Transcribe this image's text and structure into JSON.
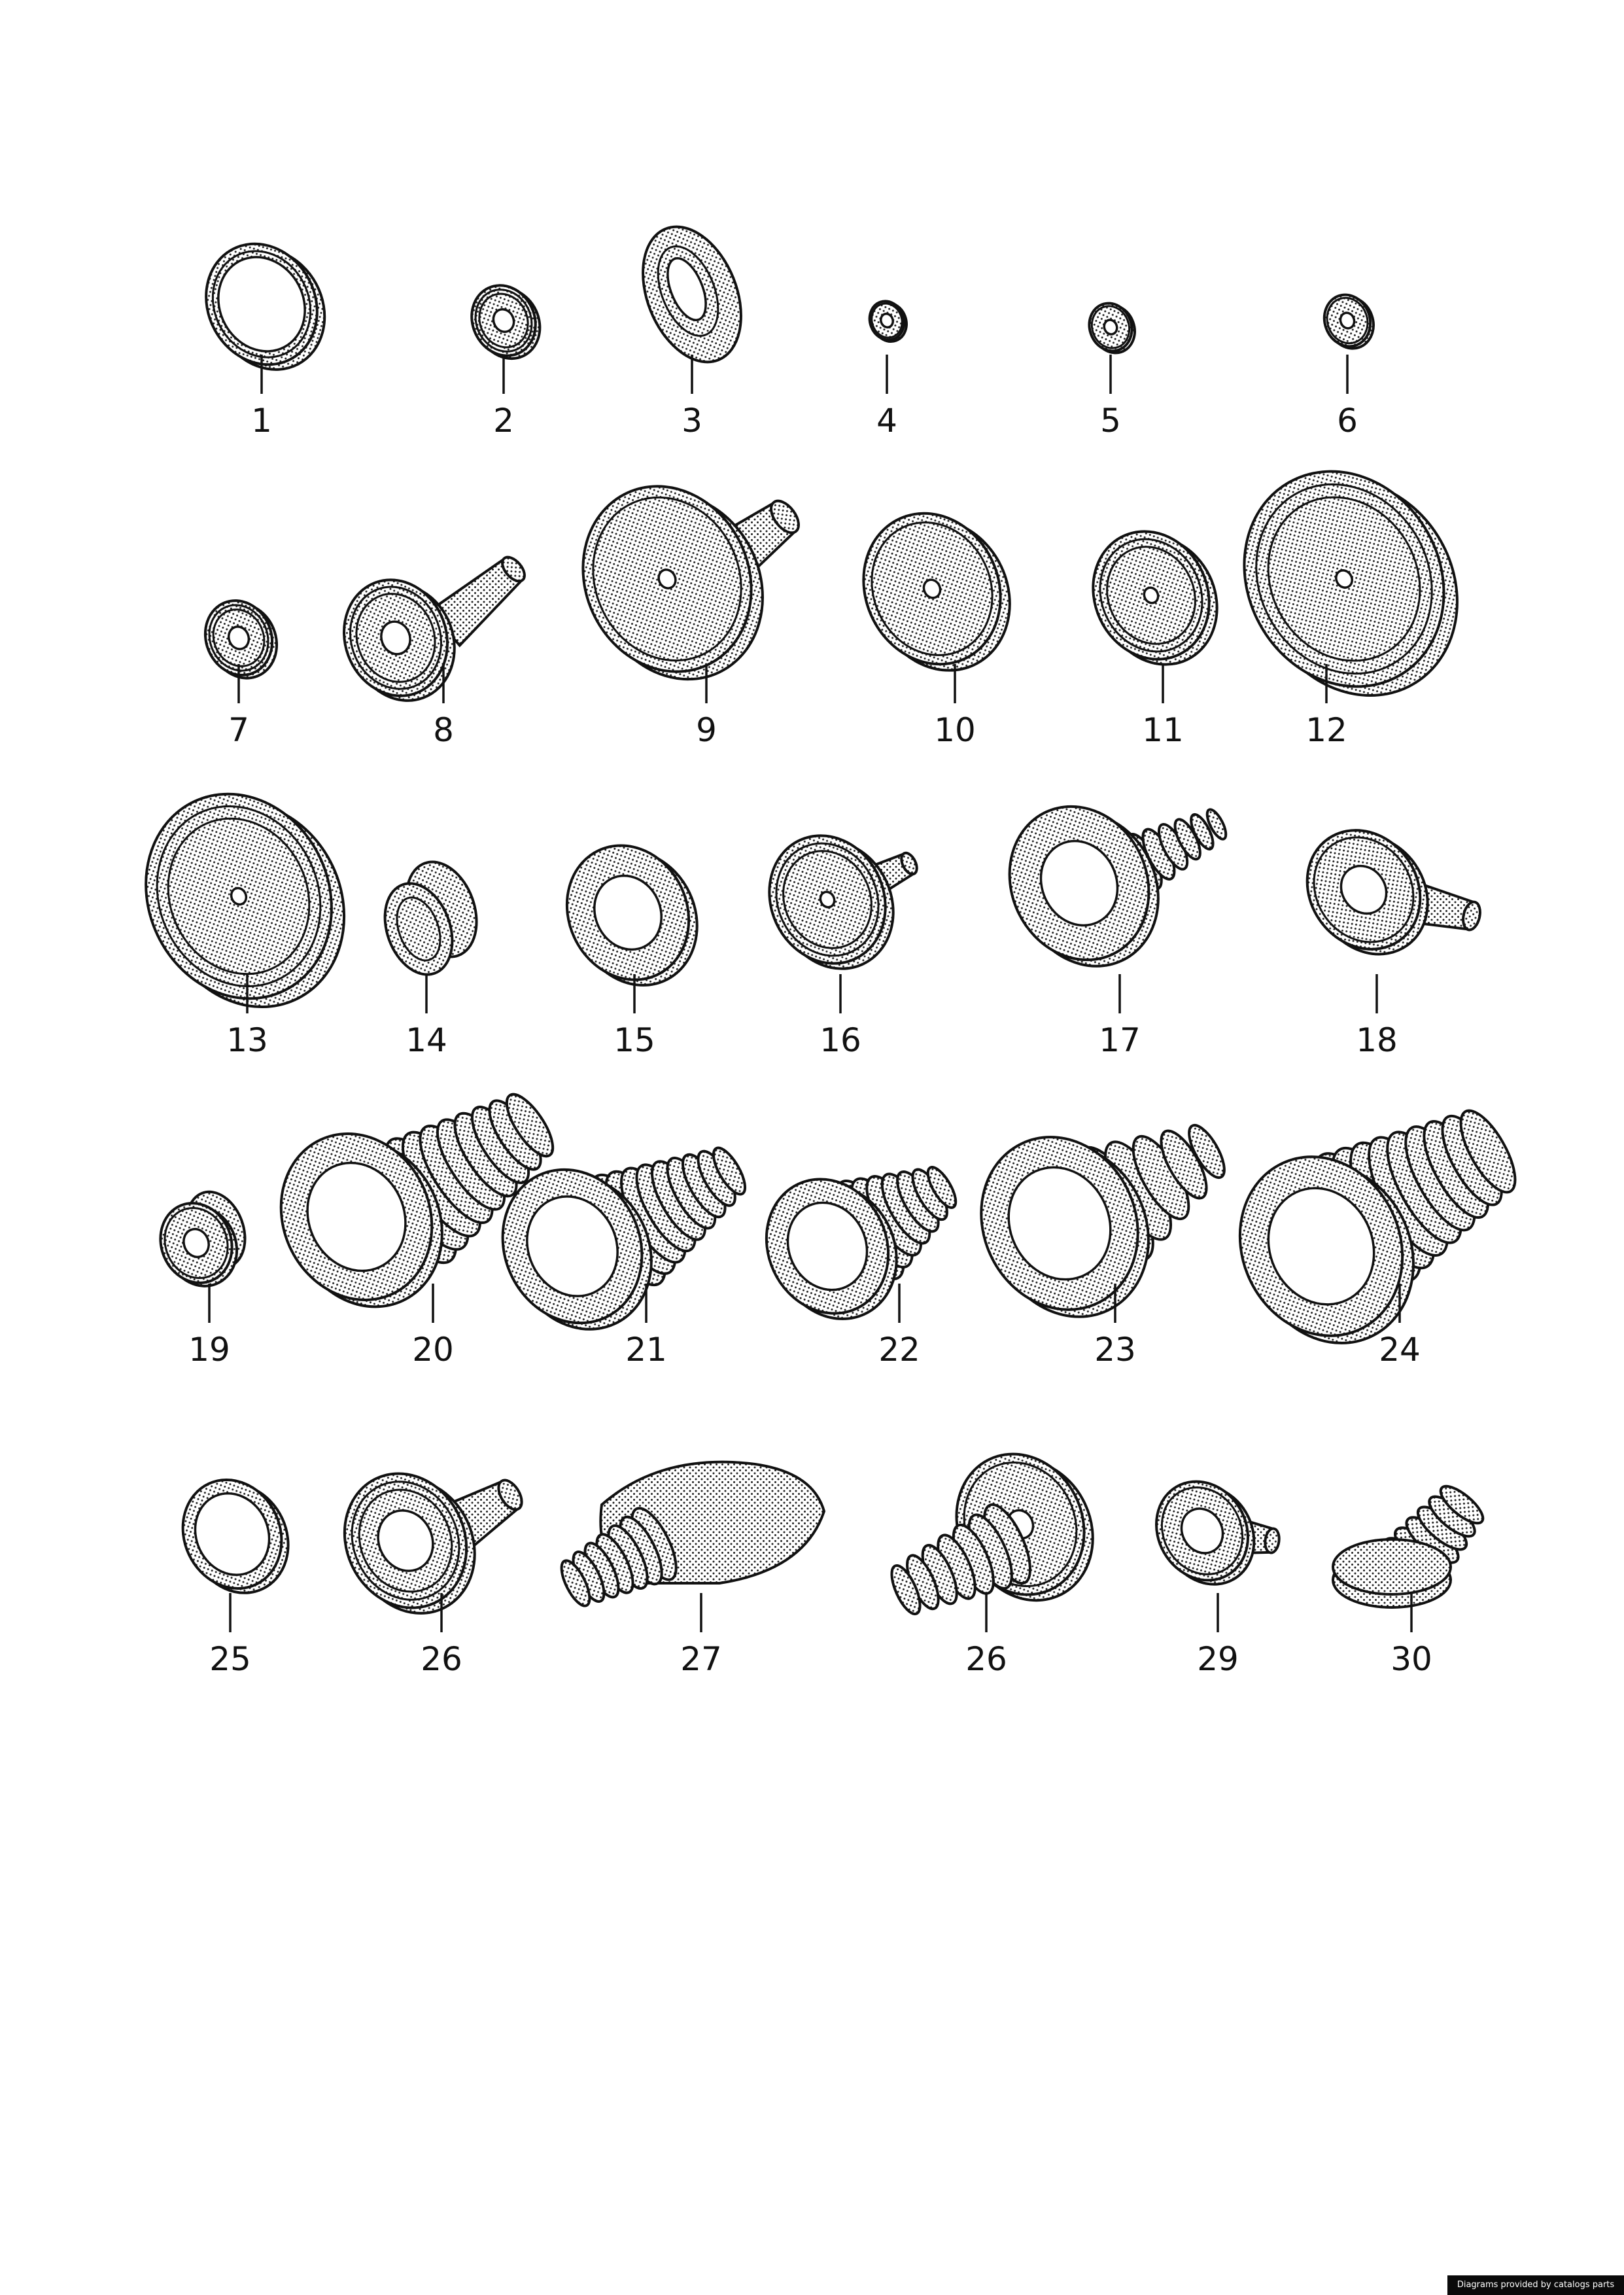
{
  "parts": [
    {
      "label": "1",
      "icon": "grommet-flat-ring-icon"
    },
    {
      "label": "2",
      "icon": "grommet-small-ring-icon"
    },
    {
      "label": "3",
      "icon": "grommet-oval-icon"
    },
    {
      "label": "4",
      "icon": "grommet-mini-icon"
    },
    {
      "label": "5",
      "icon": "grommet-mini-icon"
    },
    {
      "label": "6",
      "icon": "grommet-mini-icon"
    },
    {
      "label": "7",
      "icon": "grommet-small-icon"
    },
    {
      "label": "8",
      "icon": "grommet-with-tube-icon"
    },
    {
      "label": "9",
      "icon": "grommet-large-with-tube-icon"
    },
    {
      "label": "10",
      "icon": "grommet-disc-icon"
    },
    {
      "label": "11",
      "icon": "grommet-disc-lipped-icon"
    },
    {
      "label": "12",
      "icon": "grommet-disc-large-icon"
    },
    {
      "label": "13",
      "icon": "grommet-disc-large-icon"
    },
    {
      "label": "14",
      "icon": "grommet-cup-icon"
    },
    {
      "label": "15",
      "icon": "grommet-oval-large-icon"
    },
    {
      "label": "16",
      "icon": "grommet-with-tube-icon"
    },
    {
      "label": "17",
      "icon": "grommet-bellows-short-icon"
    },
    {
      "label": "18",
      "icon": "grommet-angled-tube-icon"
    },
    {
      "label": "19",
      "icon": "grommet-cup-small-icon"
    },
    {
      "label": "20",
      "icon": "grommet-bellows-long-icon"
    },
    {
      "label": "21",
      "icon": "grommet-bellows-long-icon"
    },
    {
      "label": "22",
      "icon": "grommet-bellows-short-icon"
    },
    {
      "label": "23",
      "icon": "grommet-bellows-wide-icon"
    },
    {
      "label": "24",
      "icon": "grommet-bellows-long-icon"
    },
    {
      "label": "25",
      "icon": "grommet-ring-clip-icon"
    },
    {
      "label": "26",
      "icon": "grommet-with-tube-icon"
    },
    {
      "label": "27",
      "icon": "grommet-plate-bellows-icon"
    },
    {
      "label": "26",
      "icon": "grommet-bellows-flange-icon"
    },
    {
      "label": "29",
      "icon": "grommet-funnel-icon"
    },
    {
      "label": "30",
      "icon": "grommet-elbow-icon"
    }
  ],
  "credit": "Diagrams provided by catalogs parts"
}
